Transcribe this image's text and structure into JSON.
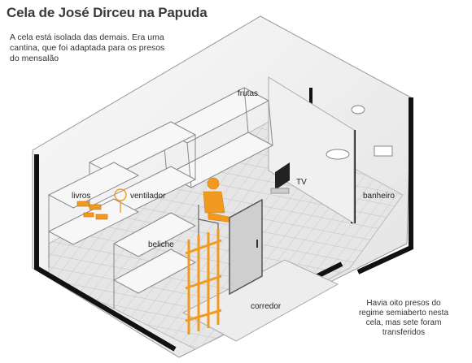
{
  "title": "Cela de José Dirceu na Papuda",
  "intro": "A cela está isolada das demais. Era uma cantina, que foi adaptada para os presos do mensalão",
  "note": "Havia oito presos do regime semiaberto nesta cela, mas sete foram transferidos",
  "labels": {
    "frutas": "frutas",
    "livros": "livros",
    "ventilador": "ventilador",
    "beliche": "beliche",
    "tv": "TV",
    "banheiro": "banheiro",
    "corredor": "corredor"
  },
  "colors": {
    "figure": "#f29a1f",
    "walls": "#111111",
    "floor_tile": "#d7d7d7",
    "wall_fill": "#f3f3f3"
  }
}
